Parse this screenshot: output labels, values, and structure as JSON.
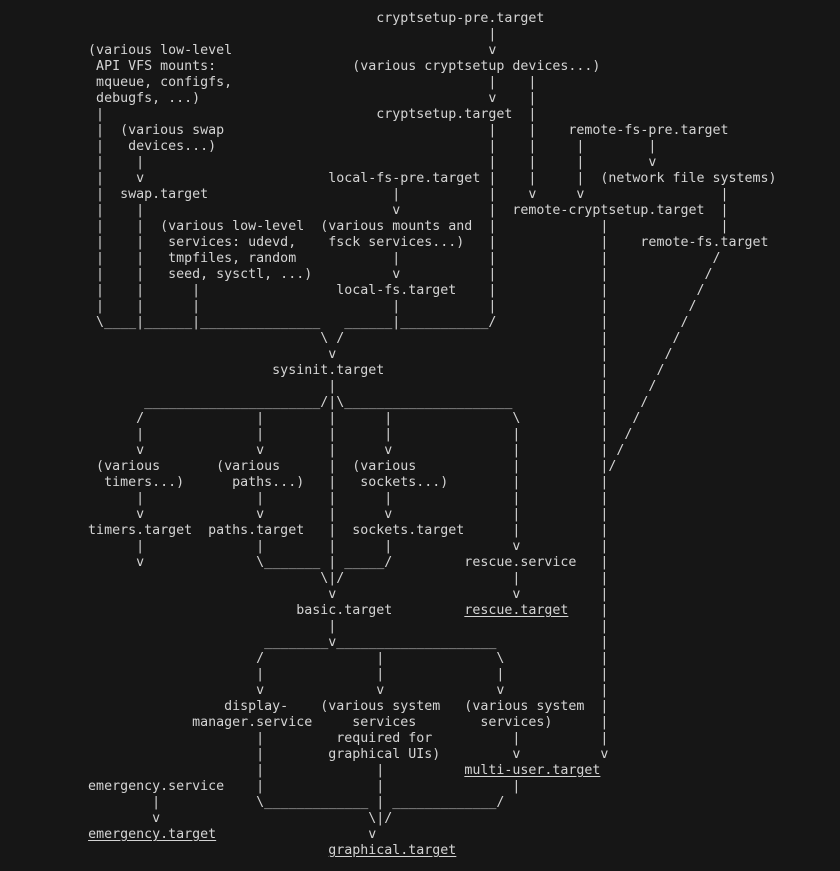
{
  "diagram": {
    "colors": {
      "background": "#161616",
      "text": "#d4d4d4"
    },
    "lines": [
      [
        {
          "t": "                                              cryptsetup-pre.target"
        }
      ],
      [
        {
          "t": "                                                            |"
        }
      ],
      [
        {
          "t": "          (various low-level                                v"
        }
      ],
      [
        {
          "t": "           API VFS mounts:                 (various cryptsetup devices...)"
        }
      ],
      [
        {
          "t": "           mqueue, configfs,                                |    |"
        }
      ],
      [
        {
          "t": "           debugfs, ...)                                    v    |"
        }
      ],
      [
        {
          "t": "           |                                  cryptsetup.target  |"
        }
      ],
      [
        {
          "t": "           |  (various swap                                 |    |    remote-fs-pre.target"
        }
      ],
      [
        {
          "t": "           |   devices...)                                  |    |     |        |"
        }
      ],
      [
        {
          "t": "           |    |                                           |    |     |        v"
        }
      ],
      [
        {
          "t": "           |    v                       local-fs-pre.target |    |     |  (network file systems)"
        }
      ],
      [
        {
          "t": "           |  swap.target                       |           |    v     v                 |"
        }
      ],
      [
        {
          "t": "           |    |                               v           |  remote-cryptsetup.target  |"
        }
      ],
      [
        {
          "t": "           |    |  (various low-level  (various mounts and  |             |              |"
        }
      ],
      [
        {
          "t": "           |    |   services: udevd,    fsck services...)   |             |    remote-fs.target"
        }
      ],
      [
        {
          "t": "           |    |   tmpfiles, random            |           |             |             /"
        }
      ],
      [
        {
          "t": "           |    |   seed, sysctl, ...)          v           |             |            /"
        }
      ],
      [
        {
          "t": "           |    |      |                 local-fs.target    |             |           /"
        }
      ],
      [
        {
          "t": "           |    |      |                        |           |             |          /"
        }
      ],
      [
        {
          "t": "           \\____|______|_______________   ______|___________/             |         /"
        }
      ],
      [
        {
          "t": "                                       \\ /                                |        /"
        }
      ],
      [
        {
          "t": "                                        v                                 |       /"
        }
      ],
      [
        {
          "t": "                                 sysinit.target                           |      /"
        }
      ],
      [
        {
          "t": "                                        |                                 |     /"
        }
      ],
      [
        {
          "t": "                 ______________________/|\\_____________________           |    /"
        }
      ],
      [
        {
          "t": "                /              |        |      |               \\          |   /"
        }
      ],
      [
        {
          "t": "                |              |        |      |               |          |  /"
        }
      ],
      [
        {
          "t": "                v              v        |      v               |          | /"
        }
      ],
      [
        {
          "t": "           (various       (various      |  (various            |          |/"
        }
      ],
      [
        {
          "t": "            timers...)      paths...)   |   sockets...)        |          |"
        }
      ],
      [
        {
          "t": "                |              |        |      |               |          |"
        }
      ],
      [
        {
          "t": "                v              v        |      v               |          |"
        }
      ],
      [
        {
          "t": "          timers.target  paths.target   |  sockets.target      |          |"
        }
      ],
      [
        {
          "t": "                |              |        |      |               v          |"
        }
      ],
      [
        {
          "t": "                v              \\_______ | _____/         rescue.service   |"
        }
      ],
      [
        {
          "t": "                                       \\|/                     |          |"
        }
      ],
      [
        {
          "t": "                                        v                      v          |"
        }
      ],
      [
        {
          "t": "                                    basic.target         "
        },
        {
          "t": "rescue.target",
          "link": true
        },
        {
          "t": "    |"
        }
      ],
      [
        {
          "t": "                                        |                                 |"
        }
      ],
      [
        {
          "t": "                                ________v____________________             |"
        }
      ],
      [
        {
          "t": "                               /              |              \\            |"
        }
      ],
      [
        {
          "t": "                               |              |              |            |"
        }
      ],
      [
        {
          "t": "                               v              v              v            |"
        }
      ],
      [
        {
          "t": "                           display-    (various system   (various system  |"
        }
      ],
      [
        {
          "t": "                       manager.service     services        services)      |"
        }
      ],
      [
        {
          "t": "                               |         required for          |          |"
        }
      ],
      [
        {
          "t": "                               |        graphical UIs)         v          v"
        }
      ],
      [
        {
          "t": "                               |              |          "
        },
        {
          "t": "multi-user.target",
          "link": true
        }
      ],
      [
        {
          "t": "          emergency.service    |              |                |"
        }
      ],
      [
        {
          "t": "                  |            \\_____________ | _____________/"
        }
      ],
      [
        {
          "t": "                  v                          \\|/"
        }
      ],
      [
        {
          "t": "          "
        },
        {
          "t": "emergency.target",
          "link": true
        },
        {
          "t": "                   v"
        }
      ],
      [
        {
          "t": "                                        "
        },
        {
          "t": "graphical.target",
          "link": true
        }
      ]
    ]
  }
}
